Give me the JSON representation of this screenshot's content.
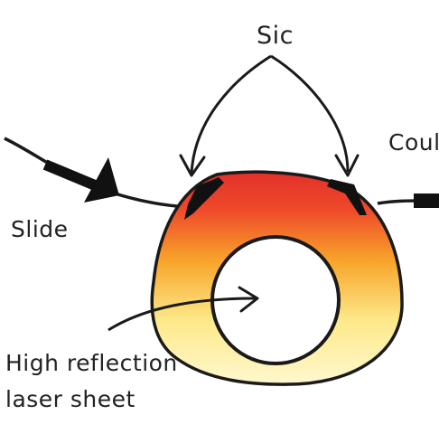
{
  "labels": {
    "sic": "Sic",
    "coupler": "Coul",
    "slide": "Slide",
    "reflection_line1": "High reflection",
    "reflection_line2": "laser sheet"
  },
  "colors": {
    "ink": "#1a1a1a",
    "gradient_top": "#e8332a",
    "gradient_mid": "#f5a623",
    "gradient_bottom": "#fff7c2",
    "inner_fill": "#ffffff"
  },
  "icons": [
    "arrowhead-icon",
    "triangle-arrow-icon"
  ]
}
